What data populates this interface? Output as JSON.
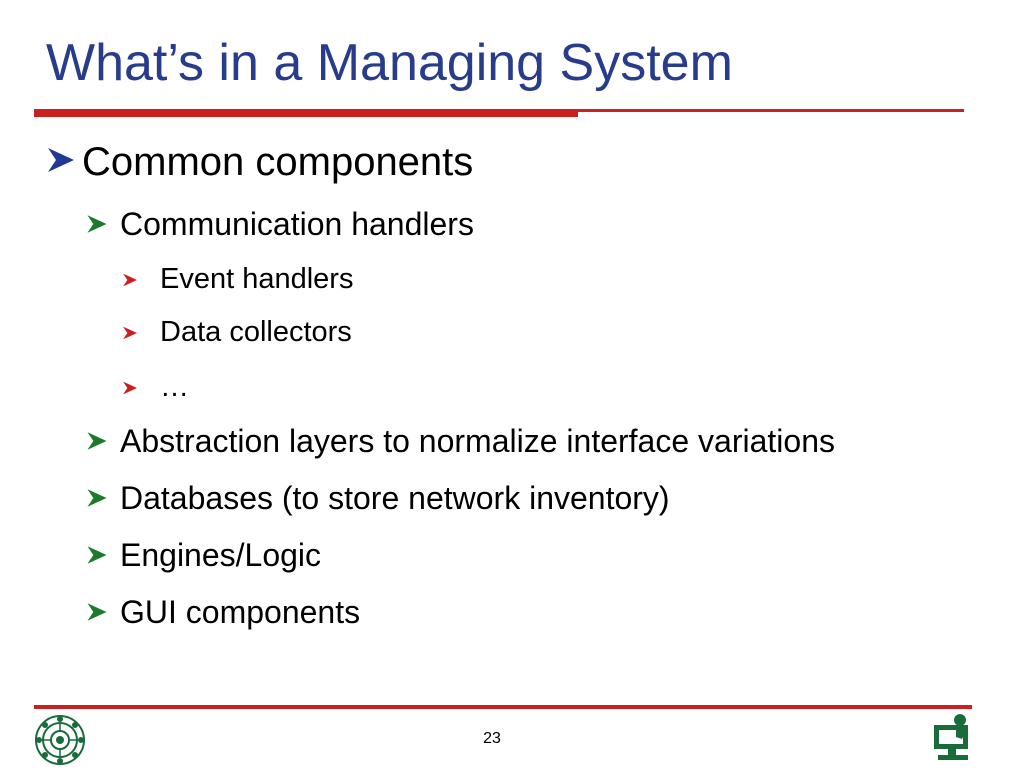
{
  "slide": {
    "title": "What’s in a Managing System",
    "page_number": "23"
  },
  "bullets": [
    {
      "level": 1,
      "text": "Common components"
    },
    {
      "level": 2,
      "text": "Communication handlers"
    },
    {
      "level": 3,
      "text": "Event handlers"
    },
    {
      "level": 3,
      "text": "Data collectors"
    },
    {
      "level": 3,
      "text": "…"
    },
    {
      "level": 2,
      "text": "Abstraction layers to normalize interface variations"
    },
    {
      "level": 2,
      "text": "Databases (to store network inventory)"
    },
    {
      "level": 2,
      "text": "Engines/Logic"
    },
    {
      "level": 2,
      "text": "GUI components"
    }
  ],
  "colors": {
    "title": "#283c8c",
    "rule": "#c8211f",
    "arrow_level1": "#1f3a93",
    "arrow_level2": "#1c7a2a",
    "arrow_level3": "#c8211f",
    "logo_green": "#1a6b3a"
  },
  "icons": {
    "bullet_marker": "arrowhead-bullet-icon",
    "left_logo": "university-emblem-icon",
    "right_logo": "computer-user-icon"
  }
}
